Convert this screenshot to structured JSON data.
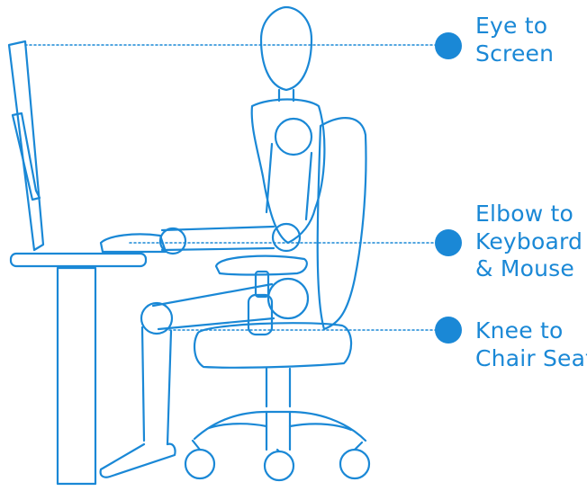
{
  "colors": {
    "accent": "#1a88d6",
    "outline": "#1a88d6",
    "background": "#ffffff"
  },
  "labels": {
    "eye": {
      "line1": "Eye to",
      "line2": "Screen"
    },
    "elbow": {
      "line1": "Elbow to",
      "line2": "Keyboard",
      "line3": "& Mouse"
    },
    "knee": {
      "line1": "Knee to",
      "line2": "Chair Seat"
    }
  },
  "icons": [
    "marker-dot",
    "leader-line",
    "mannequin-figure",
    "office-chair",
    "desk",
    "monitor",
    "keyboard"
  ]
}
